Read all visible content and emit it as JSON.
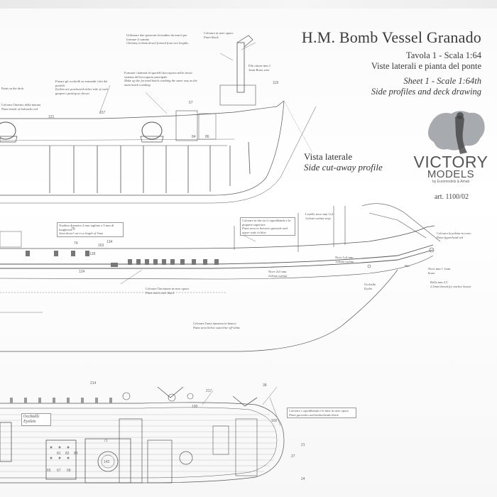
{
  "title": {
    "main": "H.M. Bomb Vessel Granado",
    "italian_line1": "Tavola 1 - Scala 1:64",
    "italian_line2": "Viste laterali e pianta del ponte",
    "english_line1": "Sheet 1 - Scale 1:64th",
    "english_line2": "Side profiles and deck drawing"
  },
  "view": {
    "it": "Vista laterale",
    "en": "Side cut-away profile"
  },
  "logo": {
    "brand_top": "VICTORY",
    "brand_bottom": "MODELS",
    "tagline": "by Euromodels & Amati"
  },
  "article": "art. 1100/02",
  "notes": {
    "funnel_it": "Colorare in nero opaco",
    "funnel_en": "Paint black",
    "chimney_it": "Utilizzare due spezzoni di tondino da mm.6 per formare il camino",
    "chimney_en": "Chimney is 6mm dowel formed from two lengths",
    "brass_wire": "Filo ottone mm 1 1mm Brass wire",
    "fore_it": "Formare i battenti di sportelli boccaporto nello stesso sistema del boccaporto principale",
    "fore_en": "Make up the forward hatch combing the same way as the main hatch combing",
    "eyelets_it": "Fissare gli occhielli su entrambi i lati dei portelli",
    "eyelets_en": "Eyelets are positioned either side of each gunport opening as shown",
    "bulwark_it": "Colorare l'interno della murata",
    "bulwark_en": "Paint inside of bulwarks red",
    "deck_note": "Paint on the deck",
    "dowel_it": "Tondino diametro 2 mm tagliato a 5 mm di lunghezza",
    "dowel_en": "2mm dowel cut to a length of 5mm",
    "blue_it": "Colorare in blu tra il capodibanda e la piuparte superiore",
    "blue_en": "Paint area in between gunwale and upper wale in blue",
    "walnut_it": "Listello noce mm 1x3",
    "walnut_en": "1x3mm walnut strip",
    "figure_it": "Colorare la polena in rosso",
    "figure_en": "Paint figurehead red",
    "black_it": "Colorare l'incintone in nero opaco",
    "black_en": "Paint main wale black",
    "white_it": "Colorare l'area immersa in bianco",
    "white_en": "Paint area below waterline off-white",
    "gunwale_it": "Colorare i capodibanda e le bitte in nero opaco",
    "gunwale_en": "Paint gunwales and timberheads black",
    "occhielli": "Occhielli",
    "eyelets": "Eyelets",
    "walnut_1x4": "Noce 1x4 mm",
    "walnut_1x4_en": "1x4mm walnut",
    "walnut_2x5": "Noce 2x5 mm",
    "walnut_2x5_en": "2x5mm walnut",
    "occhello": "Occhello",
    "eyelet": "Eyelet",
    "bitt": "Bitt",
    "rolls": "Rolls mm 2.5",
    "rolls_en": "2.5mm thread for anchor hawse",
    "brass_rod": "Noce mm 1 1mm brass"
  },
  "part_numbers": [
    "214",
    "157",
    "121",
    "118",
    "57",
    "84",
    "86",
    "134",
    "74",
    "163",
    "79",
    "128",
    "124",
    "100",
    "38",
    "21",
    "24",
    "27",
    "65",
    "67",
    "68",
    "81",
    "82",
    "83",
    "142",
    "71",
    "217",
    "100"
  ]
}
